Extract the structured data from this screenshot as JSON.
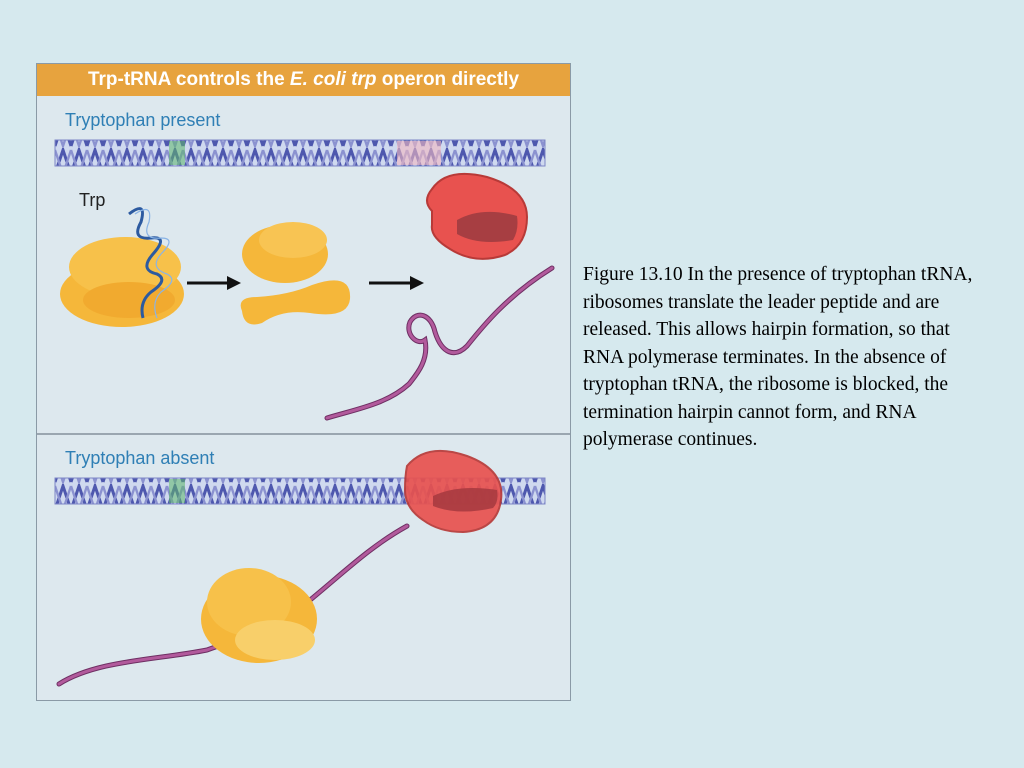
{
  "figure": {
    "header_prefix": "Trp-tRNA controls the ",
    "header_species": "E. coli trp",
    "header_suffix": " operon directly",
    "top_section": {
      "label": "Tryptophan present",
      "trp_label": "Trp"
    },
    "bottom_section": {
      "label": "Tryptophan absent"
    }
  },
  "caption": {
    "text": "Figure 13.10  In the presence of tryptophan tRNA, ribosomes translate the leader peptide and are released. This allows hairpin formation, so that RNA polymerase terminates. In the absence of tryptophan tRNA, the ribosome is blocked, the termination hairpin cannot form, and RNA polymerase continues."
  },
  "colors": {
    "background": "#d6e9ee",
    "header": "#e7a33e",
    "ribosome": "#f5b73a",
    "polymerase": "#e8524f",
    "mrna": "#a3498c",
    "dna": "#5b63b8",
    "section_label": "#2f7fb5"
  }
}
